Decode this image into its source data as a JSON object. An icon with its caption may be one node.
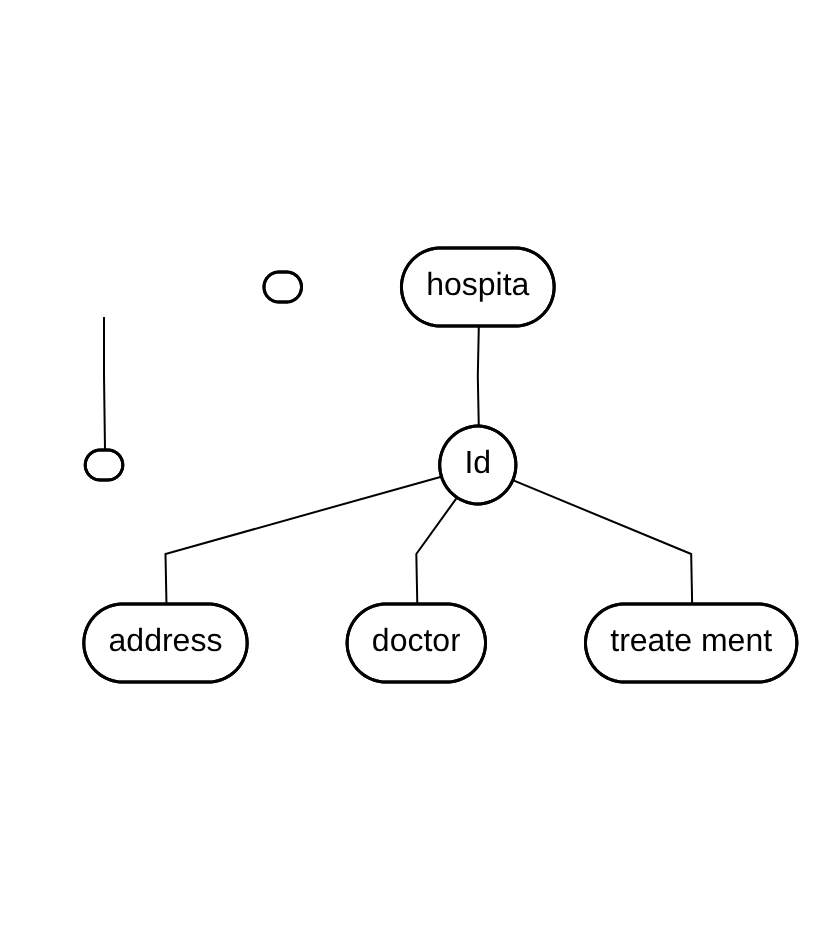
{
  "diagram": {
    "nodes": [
      {
        "text": [
          "hospita"
        ]
      },
      {
        "text": [],
        "shape": "ellipse"
      },
      {
        "text": [
          "Id"
        ]
      },
      {
        "text": [],
        "shape": "ellipse"
      },
      {
        "text": [
          "address"
        ]
      },
      {
        "text": [
          "doctor"
        ]
      },
      {
        "text": [
          "treate ment"
        ]
      }
    ],
    "edges": [
      {
        "from": null,
        "to": 1,
        "arrow": "none"
      },
      {
        "from": 0,
        "to": 2,
        "arrow": "none"
      },
      {
        "from": 2,
        "to": 4,
        "arrow": "none"
      },
      {
        "from": 2,
        "to": 5,
        "arrow": "none"
      },
      {
        "from": 2,
        "to": 6,
        "arrow": "none"
      }
    ]
  }
}
